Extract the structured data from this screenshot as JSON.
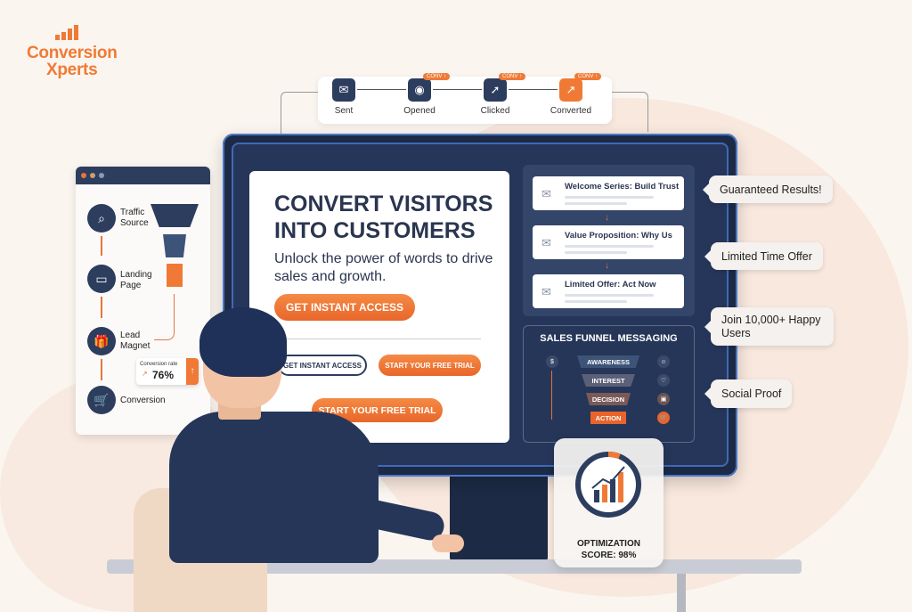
{
  "logo": {
    "line1": "Conversion",
    "line2": "Xperts"
  },
  "flow": {
    "steps": [
      {
        "label": "Sent",
        "icon": "mail-icon",
        "glyph": "✉"
      },
      {
        "label": "Opened",
        "icon": "eye-icon",
        "glyph": "◉",
        "badge": "CONV ↑"
      },
      {
        "label": "Clicked",
        "icon": "cursor-click-icon",
        "glyph": "➚",
        "badge": "CONV ↑"
      },
      {
        "label": "Converted",
        "icon": "target-arrow-icon",
        "glyph": "↗",
        "badge": "CONV ↑"
      }
    ]
  },
  "hero": {
    "title": "CONVERT VISITORS INTO CUSTOMERS",
    "subtitle": "Unlock the power of words to drive sales and growth.",
    "cta_primary": "GET INSTANT ACCESS",
    "cta_secondary_dark": "GET INSTANT ACCESS",
    "cta_secondary_orange": "START YOUR FREE TRIAL",
    "cta_trial": "START YOUR FREE TRIAL"
  },
  "emails": [
    "Welcome Series: Build Trust",
    "Value Proposition: Why Us",
    "Limited Offer: Act Now"
  ],
  "sales_funnel": {
    "title": "SALES FUNNEL MESSAGING",
    "stages": [
      "AWARENESS",
      "INTEREST",
      "DECISION",
      "ACTION"
    ]
  },
  "callouts": [
    "Guaranteed Results!",
    "Limited Time Offer",
    "Join 10,000+ Happy Users",
    "Social Proof"
  ],
  "left_funnel": {
    "steps": [
      "Traffic Source",
      "Landing Page",
      "Lead Magnet",
      "Conversion"
    ],
    "rate_label": "Conversion rate",
    "rate_value": "76%"
  },
  "optimization": {
    "label": "OPTIMIZATION SCORE: 98%",
    "score": 98
  },
  "colors": {
    "accent": "#f07a35",
    "navy": "#2c3d5e",
    "background": "#fbf5f0"
  }
}
